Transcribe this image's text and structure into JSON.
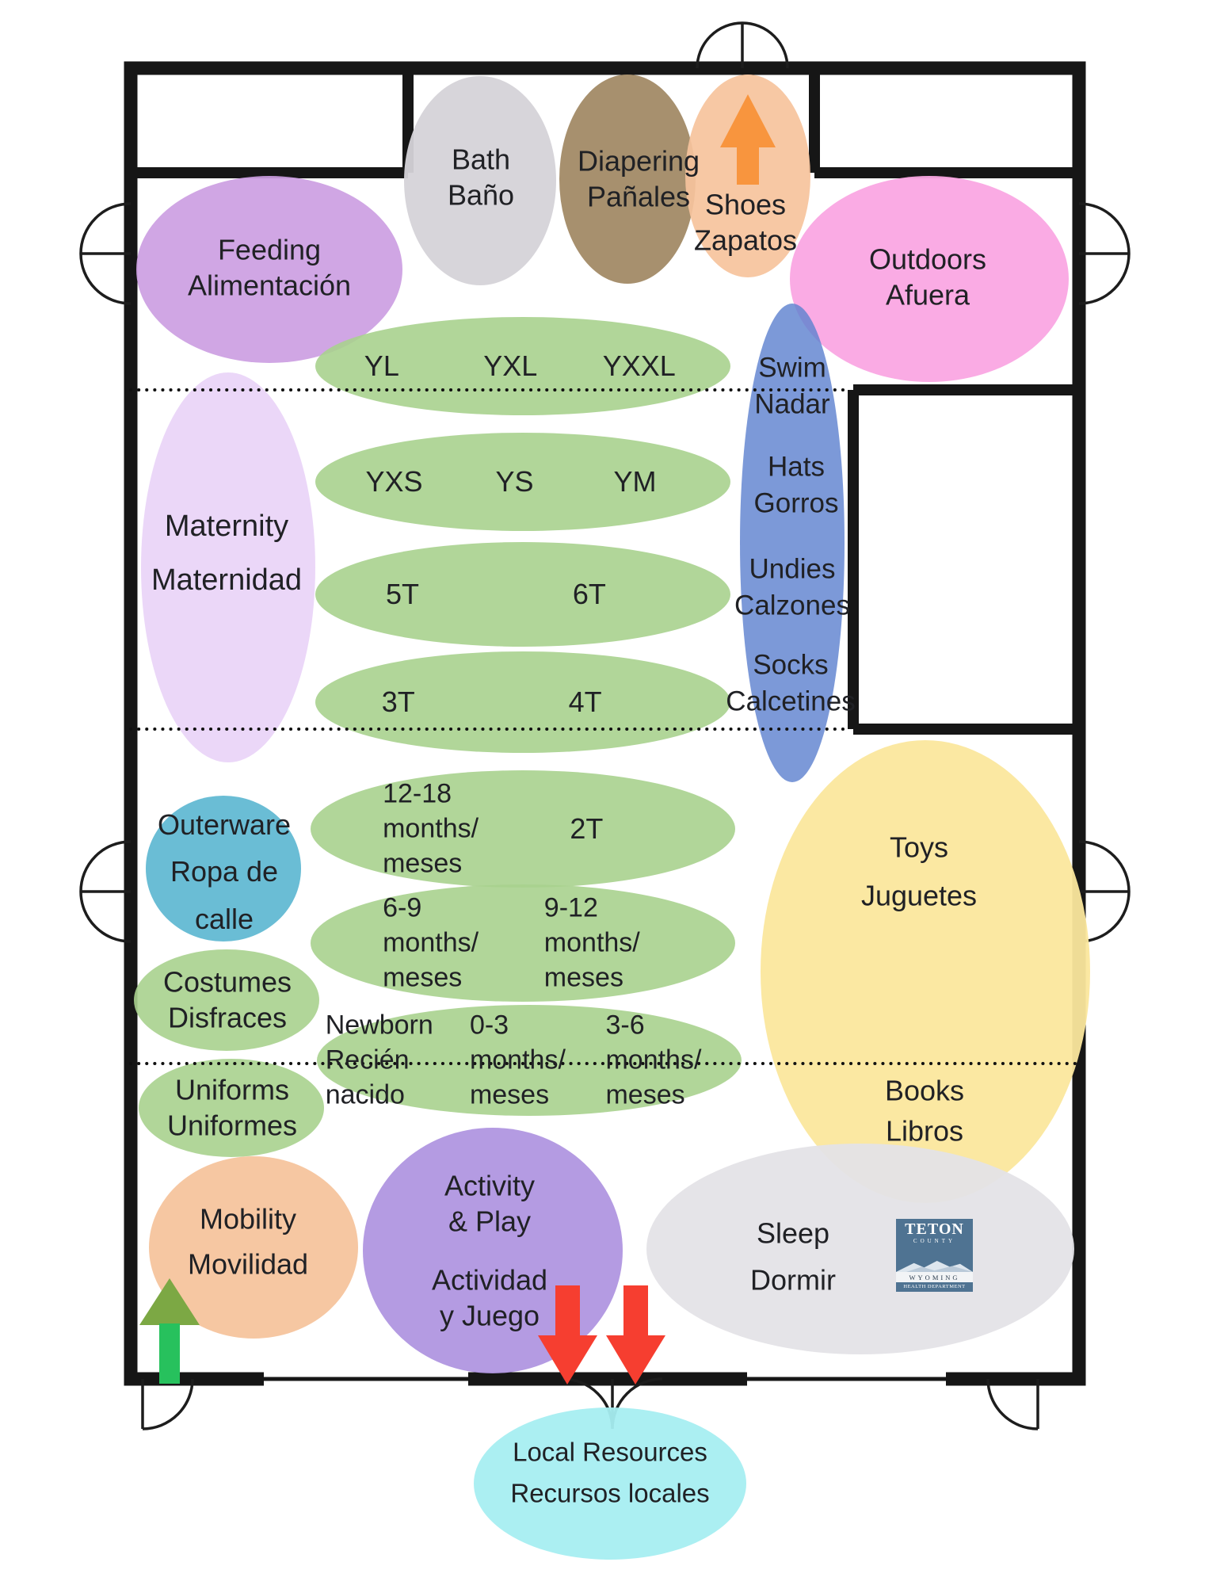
{
  "zones": {
    "bath": {
      "en": "Bath",
      "es": "Baño"
    },
    "diapering": {
      "en": "Diapering",
      "es": "Pañales"
    },
    "shoes": {
      "en": "Shoes",
      "es": "Zapatos"
    },
    "feeding": {
      "en": "Feeding",
      "es": "Alimentación"
    },
    "outdoors": {
      "en": "Outdoors",
      "es": "Afuera"
    },
    "maternity": {
      "en": "Maternity",
      "es": "Maternidad"
    },
    "swim": {
      "en": "Swim",
      "es": "Nadar"
    },
    "hats": {
      "en": "Hats",
      "es": "Gorros"
    },
    "undies": {
      "en": "Undies",
      "es": "Calzones"
    },
    "socks": {
      "en": "Socks",
      "es": "Calcetines"
    },
    "outerware": {
      "en": "Outerware",
      "es1": "Ropa de",
      "es2": "calle"
    },
    "costumes": {
      "en": "Costumes",
      "es": "Disfraces"
    },
    "uniforms": {
      "en": "Uniforms",
      "es": "Uniformes"
    },
    "toys": {
      "en": "Toys",
      "es": "Juguetes"
    },
    "books": {
      "en": "Books",
      "es": "Libros"
    },
    "mobility": {
      "en": "Mobility",
      "es": "Movilidad"
    },
    "activity": {
      "en1": "Activity",
      "en2": "& Play",
      "es1": "Actividad",
      "es2": "y Juego"
    },
    "sleep": {
      "en": "Sleep",
      "es": "Dormir"
    },
    "local_resources": {
      "en": "Local Resources",
      "es": "Recursos locales"
    }
  },
  "size_rows": {
    "row1": [
      "YL",
      "YXL",
      "YXXL"
    ],
    "row2": [
      "YXS",
      "YS",
      "YM"
    ],
    "row3": [
      "5T",
      "6T"
    ],
    "row4": [
      "3T",
      "4T"
    ],
    "row5": [
      "12-18\nmonths/\nmeses",
      "2T"
    ],
    "row6": [
      "6-9\nmonths/\nmeses",
      "9-12\nmonths/\nmeses"
    ],
    "row7": [
      "Newborn\nRecién\nnacido",
      "0-3\nmonths/\nmeses",
      "3-6\nmonths/\nmeses"
    ]
  },
  "logo": {
    "name": "TETON",
    "county": "COUNTY",
    "state": "WYOMING",
    "dept": "HEALTH DEPARTMENT"
  },
  "icons": {
    "shoes_direction": "arrow-up",
    "mobility_direction": "arrow-up",
    "local_resources_direction": "arrow-down"
  },
  "colors": {
    "clothing_size_green": "#a9d18e",
    "accessories_blue": "#6d8fd6",
    "toys_books_yellow": "#fbe79d",
    "bath_gray": "#d5d3d8",
    "diapering_brown": "#a28a66",
    "shoes_orange": "#f6c39c",
    "feeding_purple": "#cc9ee2",
    "outdoors_pink": "#faa7e3",
    "maternity_lavender": "#debdf3",
    "outerware_teal": "#50b2ce",
    "activity_purple": "#b096e0",
    "mobility_orange": "#f6c39c",
    "sleep_gray": "#e4e3e7",
    "local_resources_cyan": "#a7eef1",
    "up_arrow_orange": "#f8953e",
    "up_arrow_green": "#27c15d",
    "down_arrow_red": "#f63e30",
    "wall_black": "#161616"
  }
}
